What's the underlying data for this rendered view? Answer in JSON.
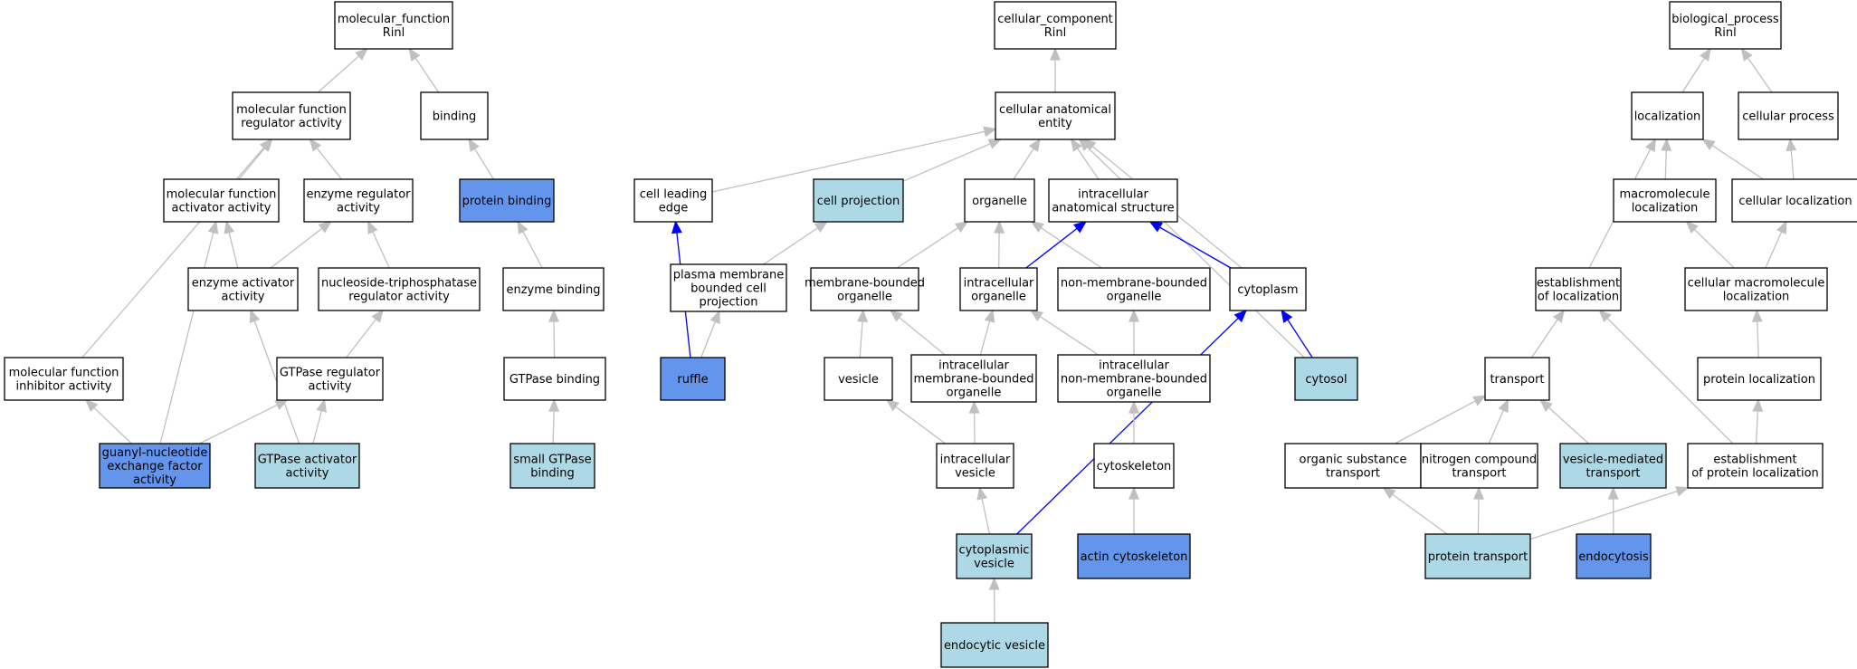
{
  "colors": {
    "plain": "#ffffff",
    "light": "#add8e6",
    "dark": "#6495ed",
    "edge_default": "#c0c0c0",
    "edge_highlight": "#0000ff"
  },
  "nodes": [
    {
      "id": "mf_root",
      "lines": [
        "molecular_function",
        "Rinl"
      ],
      "fill": "plain"
    },
    {
      "id": "mf_reg",
      "lines": [
        "molecular function",
        "regulator activity"
      ],
      "fill": "plain"
    },
    {
      "id": "binding",
      "lines": [
        "binding"
      ],
      "fill": "plain"
    },
    {
      "id": "mf_act",
      "lines": [
        "molecular function",
        "activator activity"
      ],
      "fill": "plain"
    },
    {
      "id": "enz_reg",
      "lines": [
        "enzyme regulator",
        "activity"
      ],
      "fill": "plain"
    },
    {
      "id": "prot_binding",
      "lines": [
        "protein binding"
      ],
      "fill": "dark"
    },
    {
      "id": "enz_act",
      "lines": [
        "enzyme activator",
        "activity"
      ],
      "fill": "plain"
    },
    {
      "id": "ntp_reg",
      "lines": [
        "nucleoside-triphosphatase",
        "regulator activity"
      ],
      "fill": "plain"
    },
    {
      "id": "enz_binding",
      "lines": [
        "enzyme binding"
      ],
      "fill": "plain"
    },
    {
      "id": "mf_inh",
      "lines": [
        "molecular function",
        "inhibitor activity"
      ],
      "fill": "plain"
    },
    {
      "id": "gtpase_reg",
      "lines": [
        "GTPase regulator",
        "activity"
      ],
      "fill": "plain"
    },
    {
      "id": "gtpase_binding",
      "lines": [
        "GTPase binding"
      ],
      "fill": "plain"
    },
    {
      "id": "gef",
      "lines": [
        "guanyl-nucleotide",
        "exchange factor",
        "activity"
      ],
      "fill": "dark"
    },
    {
      "id": "gap",
      "lines": [
        "GTPase activator",
        "activity"
      ],
      "fill": "light"
    },
    {
      "id": "small_gtpase",
      "lines": [
        "small GTPase",
        "binding"
      ],
      "fill": "light"
    },
    {
      "id": "cc_root",
      "lines": [
        "cellular_component",
        "Rinl"
      ],
      "fill": "plain"
    },
    {
      "id": "cae",
      "lines": [
        "cellular anatomical",
        "entity"
      ],
      "fill": "plain"
    },
    {
      "id": "leading_edge",
      "lines": [
        "cell leading",
        "edge"
      ],
      "fill": "plain"
    },
    {
      "id": "cell_proj",
      "lines": [
        "cell projection"
      ],
      "fill": "light"
    },
    {
      "id": "organelle",
      "lines": [
        "organelle"
      ],
      "fill": "plain"
    },
    {
      "id": "ias",
      "lines": [
        "intracellular",
        "anatomical structure"
      ],
      "fill": "plain"
    },
    {
      "id": "pm_proj",
      "lines": [
        "plasma membrane",
        "bounded cell",
        "projection"
      ],
      "fill": "plain"
    },
    {
      "id": "mbo",
      "lines": [
        "membrane-bounded",
        "organelle"
      ],
      "fill": "plain"
    },
    {
      "id": "ic_org",
      "lines": [
        "intracellular",
        "organelle"
      ],
      "fill": "plain"
    },
    {
      "id": "nmbo",
      "lines": [
        "non-membrane-bounded",
        "organelle"
      ],
      "fill": "plain"
    },
    {
      "id": "cytoplasm",
      "lines": [
        "cytoplasm"
      ],
      "fill": "plain"
    },
    {
      "id": "ruffle",
      "lines": [
        "ruffle"
      ],
      "fill": "dark"
    },
    {
      "id": "vesicle",
      "lines": [
        "vesicle"
      ],
      "fill": "plain"
    },
    {
      "id": "ic_mbo",
      "lines": [
        "intracellular",
        "membrane-bounded",
        "organelle"
      ],
      "fill": "plain"
    },
    {
      "id": "ic_nmbo",
      "lines": [
        "intracellular",
        "non-membrane-bounded",
        "organelle"
      ],
      "fill": "plain"
    },
    {
      "id": "cytosol",
      "lines": [
        "cytosol"
      ],
      "fill": "light"
    },
    {
      "id": "ic_ves",
      "lines": [
        "intracellular",
        "vesicle"
      ],
      "fill": "plain"
    },
    {
      "id": "cytoskeleton",
      "lines": [
        "cytoskeleton"
      ],
      "fill": "plain"
    },
    {
      "id": "cyto_ves",
      "lines": [
        "cytoplasmic",
        "vesicle"
      ],
      "fill": "light"
    },
    {
      "id": "actin",
      "lines": [
        "actin cytoskeleton"
      ],
      "fill": "dark"
    },
    {
      "id": "endo_ves",
      "lines": [
        "endocytic vesicle"
      ],
      "fill": "light"
    },
    {
      "id": "bp_root",
      "lines": [
        "biological_process",
        "Rinl"
      ],
      "fill": "plain"
    },
    {
      "id": "localization",
      "lines": [
        "localization"
      ],
      "fill": "plain"
    },
    {
      "id": "cell_proc",
      "lines": [
        "cellular process"
      ],
      "fill": "plain"
    },
    {
      "id": "macro_loc",
      "lines": [
        "macromolecule",
        "localization"
      ],
      "fill": "plain"
    },
    {
      "id": "cell_loc",
      "lines": [
        "cellular localization"
      ],
      "fill": "plain"
    },
    {
      "id": "est_loc",
      "lines": [
        "establishment",
        "of localization"
      ],
      "fill": "plain"
    },
    {
      "id": "cell_macro_loc",
      "lines": [
        "cellular macromolecule",
        "localization"
      ],
      "fill": "plain"
    },
    {
      "id": "transport",
      "lines": [
        "transport"
      ],
      "fill": "plain"
    },
    {
      "id": "prot_loc",
      "lines": [
        "protein localization"
      ],
      "fill": "plain"
    },
    {
      "id": "org_sub",
      "lines": [
        "organic substance",
        "transport"
      ],
      "fill": "plain"
    },
    {
      "id": "nitro",
      "lines": [
        "nitrogen compound",
        "transport"
      ],
      "fill": "plain"
    },
    {
      "id": "ves_med",
      "lines": [
        "vesicle-mediated",
        "transport"
      ],
      "fill": "light"
    },
    {
      "id": "est_prot_loc",
      "lines": [
        "establishment",
        "of protein localization"
      ],
      "fill": "plain"
    },
    {
      "id": "prot_transport",
      "lines": [
        "protein transport"
      ],
      "fill": "light"
    },
    {
      "id": "endocytosis",
      "lines": [
        "endocytosis"
      ],
      "fill": "dark"
    }
  ],
  "edges": [
    {
      "from": "mf_reg",
      "to": "mf_root"
    },
    {
      "from": "binding",
      "to": "mf_root"
    },
    {
      "from": "mf_act",
      "to": "mf_reg"
    },
    {
      "from": "enz_reg",
      "to": "mf_reg"
    },
    {
      "from": "mf_inh",
      "to": "mf_reg"
    },
    {
      "from": "prot_binding",
      "to": "binding"
    },
    {
      "from": "enz_act",
      "to": "mf_act"
    },
    {
      "from": "gef",
      "to": "mf_act"
    },
    {
      "from": "enz_act",
      "to": "enz_reg"
    },
    {
      "from": "ntp_reg",
      "to": "enz_reg"
    },
    {
      "from": "enz_binding",
      "to": "prot_binding"
    },
    {
      "from": "gtpase_reg",
      "to": "ntp_reg"
    },
    {
      "from": "gap",
      "to": "enz_act"
    },
    {
      "from": "gtpase_binding",
      "to": "enz_binding"
    },
    {
      "from": "gef",
      "to": "mf_inh"
    },
    {
      "from": "gef",
      "to": "gtpase_reg"
    },
    {
      "from": "gap",
      "to": "gtpase_reg"
    },
    {
      "from": "small_gtpase",
      "to": "gtpase_binding"
    },
    {
      "from": "cae",
      "to": "cc_root"
    },
    {
      "from": "leading_edge",
      "to": "cae"
    },
    {
      "from": "cell_proj",
      "to": "cae"
    },
    {
      "from": "organelle",
      "to": "cae"
    },
    {
      "from": "ias",
      "to": "cae"
    },
    {
      "from": "cytoplasm",
      "to": "cae"
    },
    {
      "from": "cytosol",
      "to": "cae"
    },
    {
      "from": "ruffle",
      "to": "leading_edge",
      "highlight": true
    },
    {
      "from": "pm_proj",
      "to": "cell_proj"
    },
    {
      "from": "ruffle",
      "to": "pm_proj"
    },
    {
      "from": "mbo",
      "to": "organelle"
    },
    {
      "from": "ic_org",
      "to": "organelle"
    },
    {
      "from": "nmbo",
      "to": "organelle"
    },
    {
      "from": "ic_org",
      "to": "ias",
      "highlight": true
    },
    {
      "from": "cytoplasm",
      "to": "ias",
      "highlight": true
    },
    {
      "from": "vesicle",
      "to": "mbo"
    },
    {
      "from": "ic_mbo",
      "to": "mbo"
    },
    {
      "from": "ic_mbo",
      "to": "ic_org"
    },
    {
      "from": "ic_nmbo",
      "to": "ic_org"
    },
    {
      "from": "ic_nmbo",
      "to": "nmbo"
    },
    {
      "from": "cytosol",
      "to": "cytoplasm",
      "highlight": true
    },
    {
      "from": "cyto_ves",
      "to": "cytoplasm",
      "highlight": true
    },
    {
      "from": "ic_ves",
      "to": "vesicle"
    },
    {
      "from": "ic_ves",
      "to": "ic_mbo"
    },
    {
      "from": "cytoskeleton",
      "to": "ic_nmbo"
    },
    {
      "from": "cyto_ves",
      "to": "ic_ves"
    },
    {
      "from": "actin",
      "to": "cytoskeleton"
    },
    {
      "from": "endo_ves",
      "to": "cyto_ves"
    },
    {
      "from": "localization",
      "to": "bp_root"
    },
    {
      "from": "cell_proc",
      "to": "bp_root"
    },
    {
      "from": "macro_loc",
      "to": "localization"
    },
    {
      "from": "cell_loc",
      "to": "localization"
    },
    {
      "from": "est_loc",
      "to": "localization"
    },
    {
      "from": "cell_loc",
      "to": "cell_proc"
    },
    {
      "from": "cell_macro_loc",
      "to": "macro_loc"
    },
    {
      "from": "cell_macro_loc",
      "to": "cell_loc"
    },
    {
      "from": "transport",
      "to": "est_loc"
    },
    {
      "from": "est_prot_loc",
      "to": "est_loc"
    },
    {
      "from": "prot_loc",
      "to": "cell_macro_loc"
    },
    {
      "from": "org_sub",
      "to": "transport"
    },
    {
      "from": "nitro",
      "to": "transport"
    },
    {
      "from": "ves_med",
      "to": "transport"
    },
    {
      "from": "est_prot_loc",
      "to": "prot_loc"
    },
    {
      "from": "prot_transport",
      "to": "org_sub"
    },
    {
      "from": "prot_transport",
      "to": "nitro"
    },
    {
      "from": "prot_transport",
      "to": "est_prot_loc"
    },
    {
      "from": "endocytosis",
      "to": "ves_med"
    }
  ]
}
